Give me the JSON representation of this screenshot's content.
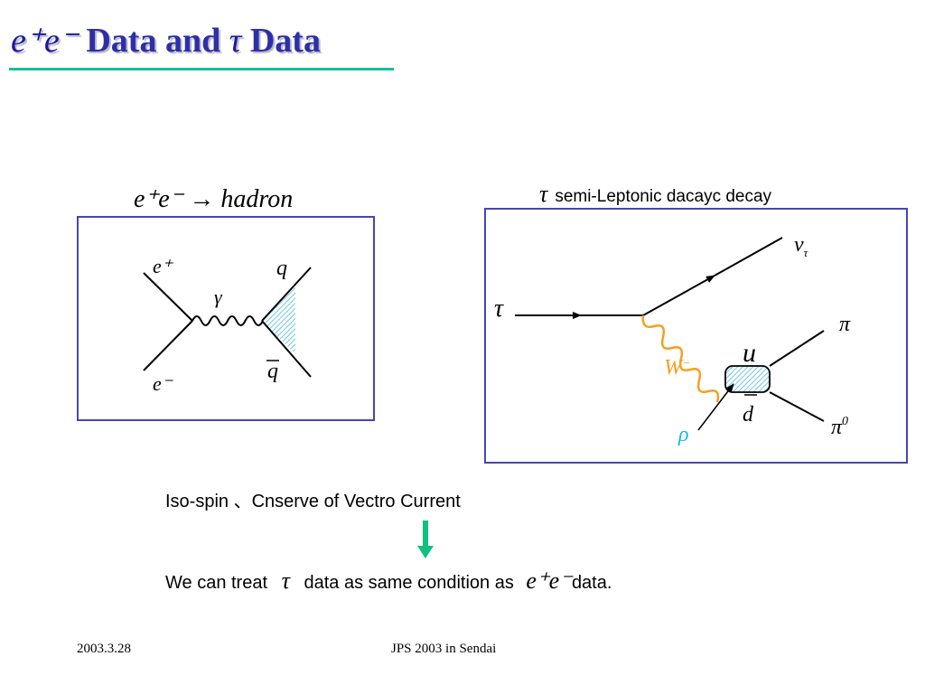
{
  "title": {
    "e_plus_e_minus": "e⁺e⁻",
    "text_1": "Data and",
    "tau": "τ",
    "text_2": "Data"
  },
  "left_diagram": {
    "caption": "e⁺e⁻ → hadron",
    "labels": {
      "e_plus": "e⁺",
      "e_minus": "e⁻",
      "gamma": "γ",
      "q": "q",
      "q_bar": "q"
    }
  },
  "right_diagram": {
    "caption_symbol": "τ",
    "caption_text": "semi-Leptonic dacayc decay",
    "labels": {
      "tau": "τ",
      "nu": "ν",
      "nu_sub": "τ",
      "W": "W",
      "W_sup": "−",
      "u": "u",
      "d_bar": "d",
      "rho": "ρ",
      "pi": "π",
      "pi0": "π",
      "pi0_sup": "0"
    }
  },
  "body": {
    "line1": "Iso-spin 、Cnserve of Vectro Current",
    "line2_pre": "We can treat",
    "line2_tau": "τ",
    "line2_mid": "data as same condition as",
    "line2_ee": "e⁺e⁻",
    "line2_post": "data."
  },
  "footer": {
    "date": "2003.3.28",
    "venue": "JPS 2003 in Sendai"
  },
  "colors": {
    "title": "#2e2ea8",
    "title_rule": "#13c39a",
    "box_border": "#4646b4",
    "w_boson": "#f5a020",
    "rho": "#19b8e8",
    "hatch": "#4fb8e0",
    "arrow": "#10c080"
  },
  "icons": {
    "flow_arrow": "down-arrow-icon"
  }
}
